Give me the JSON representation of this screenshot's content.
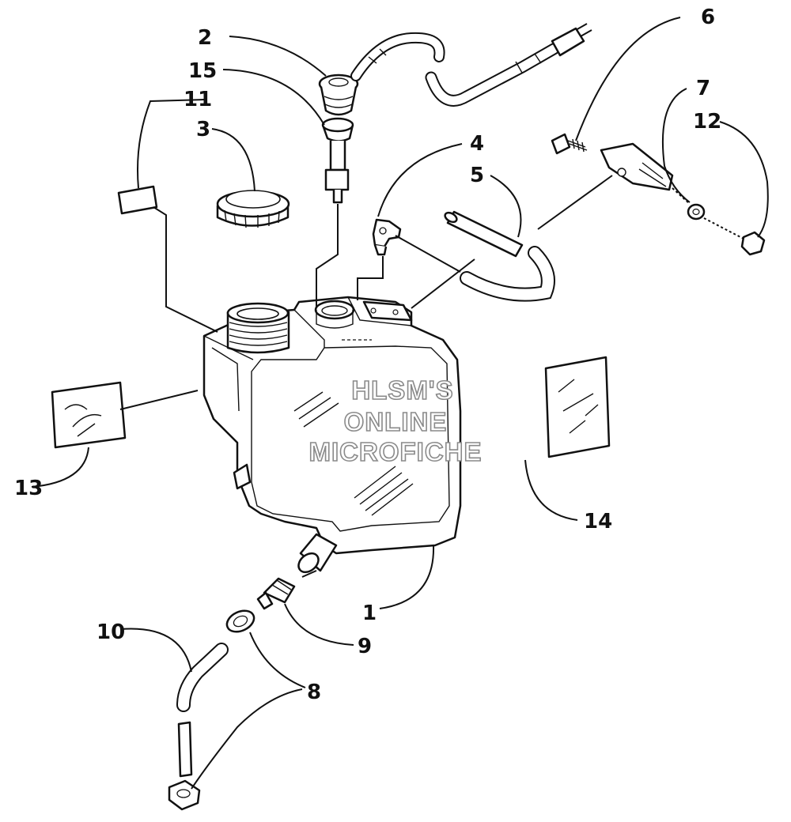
{
  "diagram": {
    "callouts": [
      "1",
      "2",
      "3",
      "4",
      "5",
      "6",
      "7",
      "8",
      "9",
      "10",
      "11",
      "12",
      "13",
      "14",
      "15"
    ],
    "watermark": [
      "HLSM'S",
      "ONLINE",
      "MICROFICHE"
    ]
  }
}
